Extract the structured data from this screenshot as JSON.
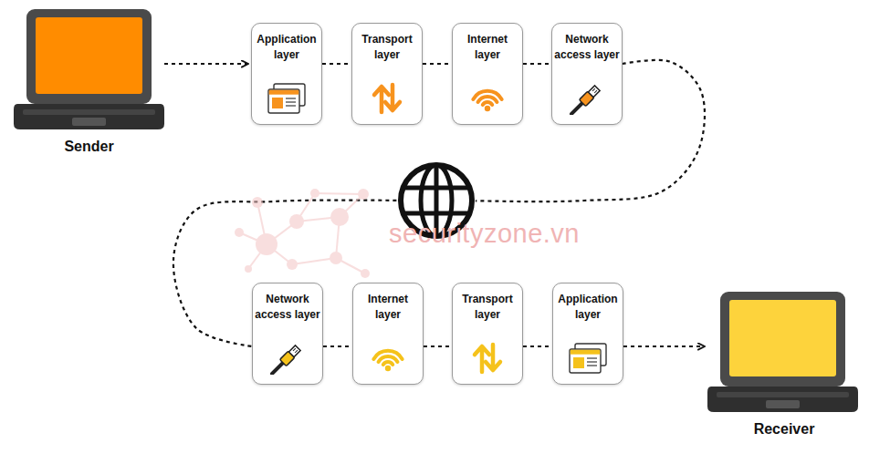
{
  "diagram": {
    "nodes": [
      {
        "text": [
          "Sender"
        ]
      },
      {
        "text": [
          "Application layer"
        ]
      },
      {
        "text": [
          "Transport layer"
        ]
      },
      {
        "text": [
          "Internet layer"
        ]
      },
      {
        "text": [
          "Network access layer"
        ]
      },
      {
        "text": [
          "Network access layer"
        ]
      },
      {
        "text": [
          "Internet layer"
        ]
      },
      {
        "text": [
          "Transport layer"
        ]
      },
      {
        "text": [
          "Application layer"
        ]
      },
      {
        "text": [
          "Receiver"
        ]
      }
    ],
    "edges": [
      {
        "from": 0,
        "to": 1,
        "arrow": "to"
      },
      {
        "from": 1,
        "to": 2,
        "arrow": "none"
      },
      {
        "from": 2,
        "to": 3,
        "arrow": "none"
      },
      {
        "from": 3,
        "to": 4,
        "arrow": "none"
      },
      {
        "from": 4,
        "to": 5,
        "arrow": "none"
      },
      {
        "from": 5,
        "to": 6,
        "arrow": "none"
      },
      {
        "from": 6,
        "to": 7,
        "arrow": "none"
      },
      {
        "from": 7,
        "to": 8,
        "arrow": "none"
      },
      {
        "from": 8,
        "to": 9,
        "arrow": "to"
      }
    ],
    "labels": [
      "securityzone.vn"
    ]
  }
}
